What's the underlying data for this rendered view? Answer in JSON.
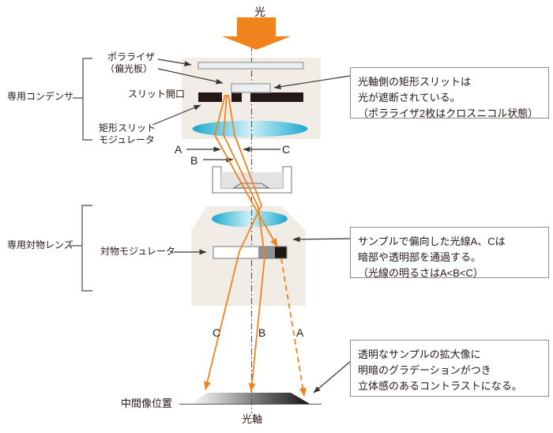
{
  "labels": {
    "light": "光",
    "optical_axis": "光軸",
    "intermediate_image": "中間像位置",
    "condenser_bracket": "専用コンデンサ",
    "objective_bracket": "専用対物レンズ",
    "polarizer": "ポラライザ",
    "polarizer_sub": "（偏光板）",
    "slit_aperture": "スリット開口",
    "rect_slit_modulator_1": "矩形スリット",
    "rect_slit_modulator_2": "モジュレータ",
    "objective_modulator": "対物モジュレータ"
  },
  "rays": {
    "top": {
      "a": "A",
      "b": "B",
      "c": "C"
    },
    "bottom": {
      "a": "A",
      "b": "B",
      "c": "C"
    }
  },
  "callouts": [
    {
      "lines": [
        "光軸側の矩形スリットは",
        "光が遮断されている。",
        "（ポラライザ2枚はクロスニコル状態）"
      ]
    },
    {
      "lines": [
        "サンプルで偏向した光線A、Cは",
        "暗部や透明部を通過する。",
        "（光線の明るさはA<B<C）"
      ]
    },
    {
      "lines": [
        "透明なサンプルの拡大像に",
        "明暗のグラデーションがつき",
        "立体感のあるコントラストになる。"
      ]
    }
  ],
  "colors": {
    "ray_orange": "#F0831E",
    "housing_beige": "#F1ECE6",
    "lens_cyan": "#1BA6CB",
    "mask_black": "#231815",
    "line_gray": "#5A5755"
  }
}
